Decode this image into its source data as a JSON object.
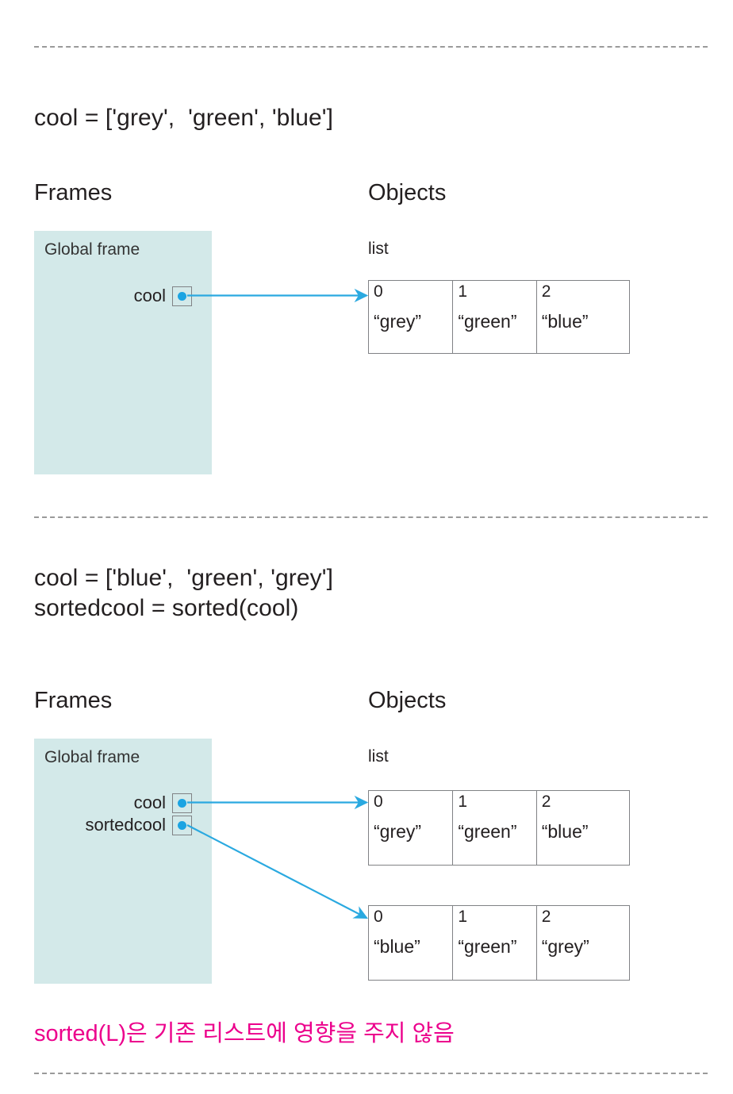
{
  "page": {
    "background": "#ffffff",
    "accent_blue": "#1ba4e2",
    "frame_fill": "#d3e9e9",
    "border_gray": "#808285",
    "caption_pink": "#ec008c",
    "divider_color": "#9a9a9a"
  },
  "dividers": [
    {
      "name": "divider-top"
    },
    {
      "name": "divider-middle"
    },
    {
      "name": "divider-bottom"
    }
  ],
  "panel1": {
    "code": "cool = ['grey',  'green', 'blue']",
    "frames_heading": "Frames",
    "objects_heading": "Objects",
    "frame": {
      "title": "Global frame",
      "variables": [
        {
          "label": "cool",
          "pointer": "blue-dot"
        }
      ]
    },
    "object_label": "list",
    "list": {
      "indices": [
        "0",
        "1",
        "2"
      ],
      "values": [
        "“grey”",
        "“green”",
        "“blue”"
      ]
    }
  },
  "panel2": {
    "code_line1": "cool = ['blue',  'green', 'grey']",
    "code_line2": "sortedcool = sorted(cool)",
    "frames_heading": "Frames",
    "objects_heading": "Objects",
    "frame": {
      "title": "Global frame",
      "variables": [
        {
          "label": "cool",
          "pointer": "blue-dot"
        },
        {
          "label": "sortedcool",
          "pointer": "blue-dot"
        }
      ]
    },
    "object_label": "list",
    "list_a": {
      "indices": [
        "0",
        "1",
        "2"
      ],
      "values": [
        "“grey”",
        "“green”",
        "“blue”"
      ]
    },
    "list_b": {
      "indices": [
        "0",
        "1",
        "2"
      ],
      "values": [
        "“blue”",
        "“green”",
        "“grey”"
      ]
    }
  },
  "caption": "sorted(L)은 기존 리스트에 영향을 주지 않음"
}
